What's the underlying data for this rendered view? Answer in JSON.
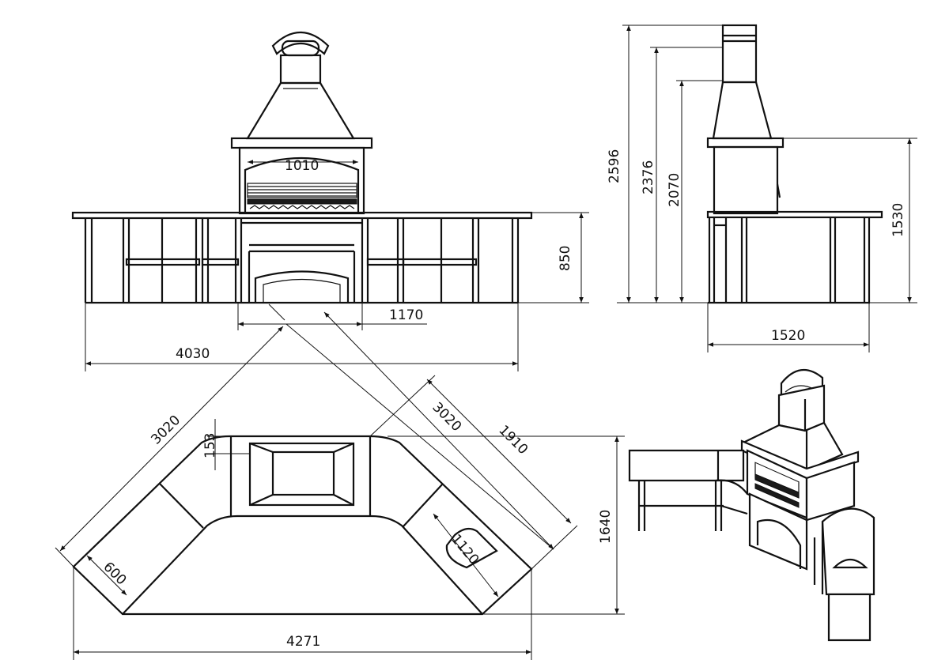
{
  "front_view": {
    "dim_arch_width": "1010",
    "dim_counter_height": "850",
    "dim_firebox_width": "1170",
    "dim_total_width": "4030"
  },
  "side_view": {
    "dim_total_height": "2596",
    "dim_height_2": "2376",
    "dim_height_3": "2070",
    "dim_table_height": "1530",
    "dim_depth": "1520"
  },
  "plan_view": {
    "dim_left_diagonal": "3020",
    "dim_right_diagonal": "3020",
    "dim_right_arm": "1910",
    "dim_offset": "153",
    "dim_depth": "1640",
    "dim_arm_width": "600",
    "dim_sink": "1120",
    "dim_total_width": "4271"
  },
  "colors": {
    "line": "#111111",
    "background": "#ffffff"
  }
}
